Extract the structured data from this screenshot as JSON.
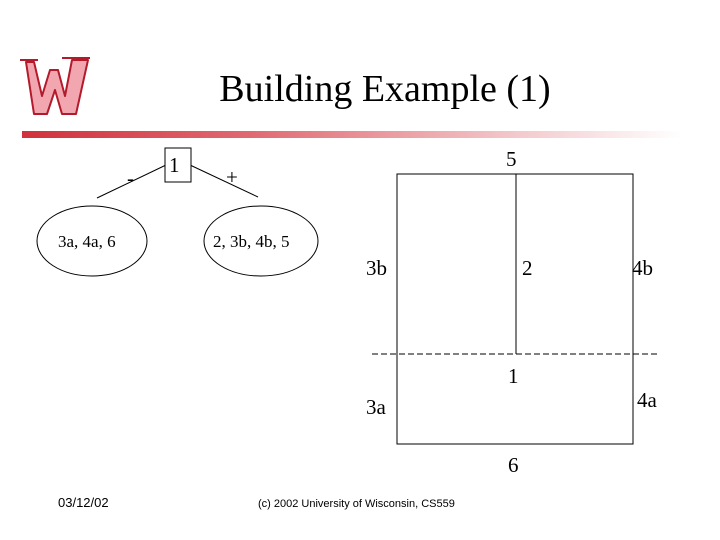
{
  "slide": {
    "title": "Building Example (1)",
    "date": "03/12/02",
    "copyright": "(c) 2002 University of Wisconsin, CS559"
  },
  "logo": {
    "icon": "wisconsin-w-logo"
  },
  "tree": {
    "root_label": "1",
    "left_sign": "-",
    "right_sign": "+",
    "left_leaf": "3a, 4a, 6",
    "right_leaf": "2, 3b, 4b, 5"
  },
  "scene": {
    "labels": {
      "l5": "5",
      "l3b": "3b",
      "l2": "2",
      "l4b": "4b",
      "l1": "1",
      "l3a": "3a",
      "l4a": "4a",
      "l6": "6"
    }
  }
}
